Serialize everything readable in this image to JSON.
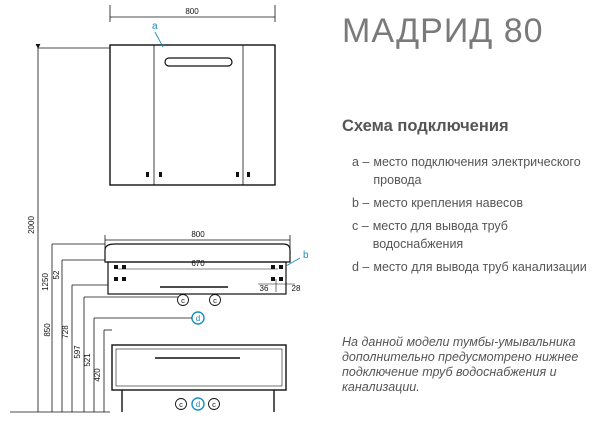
{
  "title": "МАДРИД 80",
  "subtitle": "Схема подключения",
  "legend": [
    {
      "key": "a –",
      "text": "место подключения электрического провода"
    },
    {
      "key": "b –",
      "text": "место крепления навесов"
    },
    {
      "key": "c –",
      "text": "место для вывода труб водоснабжения"
    },
    {
      "key": "d –",
      "text": "место для вывода труб канализации"
    }
  ],
  "note": "На данной модели тумбы-умывальника дополнительно предусмотрено нижнее подключение труб водоснабжения и канализации.",
  "drawing": {
    "top_width": "800",
    "vanity_width": "800",
    "inner_width": "670",
    "label_a": "a",
    "label_b": "b",
    "height_2000": "2000",
    "height_1250": "1250",
    "height_850": "850",
    "height_728": "728",
    "height_597": "597",
    "height_521": "521",
    "height_420": "420",
    "offset_52": "52",
    "offset_36": "36",
    "offset_28": "28",
    "marker_c": "c",
    "marker_d": "d"
  },
  "colors": {
    "line": "#111111",
    "accent": "#1a8fc0",
    "text": "#555555"
  }
}
